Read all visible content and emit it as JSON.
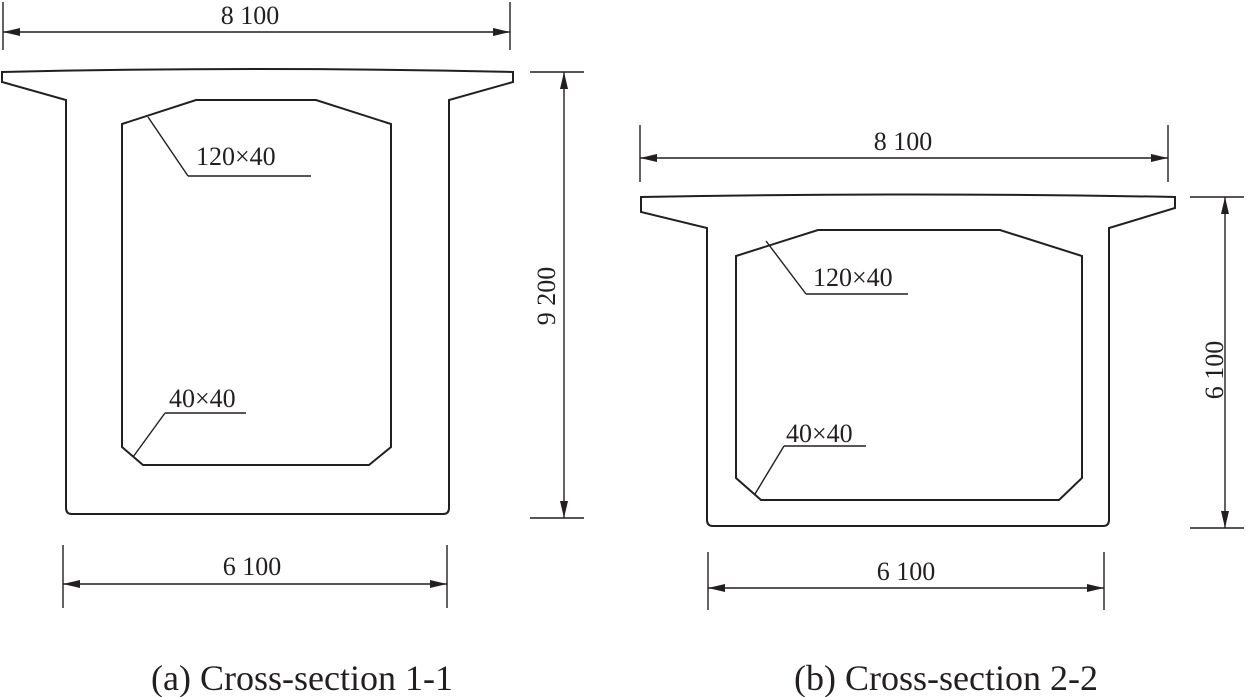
{
  "section_1": {
    "top_width": "8 100",
    "bottom_width": "6 100",
    "height": "9 200",
    "top_chamfer": "120×40",
    "bottom_chamfer": "40×40",
    "caption": "(a) Cross-section 1-1"
  },
  "section_2": {
    "top_width": "8 100",
    "bottom_width": "6 100",
    "height": "6 100",
    "top_chamfer": "120×40",
    "bottom_chamfer": "40×40",
    "caption": "(b) Cross-section 2-2"
  }
}
